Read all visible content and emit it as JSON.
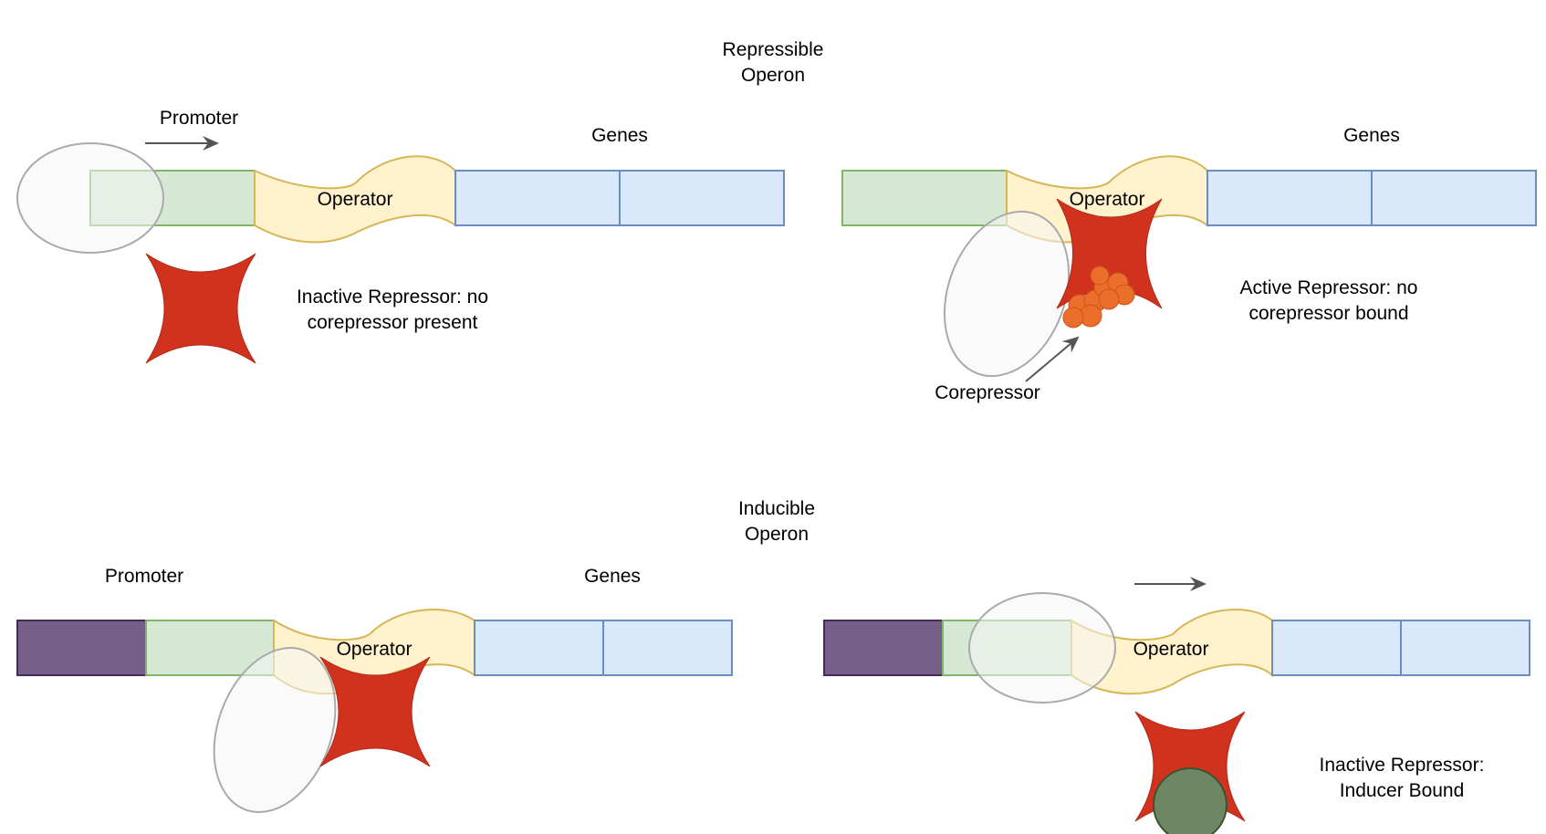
{
  "repressible": {
    "title_line1": "Repressible",
    "title_line2": "Operon",
    "left": {
      "promoter_label": "Promoter",
      "genes_label": "Genes",
      "operator_label": "Operator",
      "repressor_label_line1": "Inactive Repressor: no",
      "repressor_label_line2": "corepressor present"
    },
    "right": {
      "genes_label": "Genes",
      "operator_label": "Operator",
      "repressor_label_line1": "Active Repressor: no",
      "repressor_label_line2": "corepressor bound",
      "corepressor_label": "Corepressor"
    }
  },
  "inducible": {
    "title_line1": "Inducible",
    "title_line2": "Operon",
    "left": {
      "promoter_label": "Promoter",
      "genes_label": "Genes",
      "operator_label": "Operator"
    },
    "right": {
      "operator_label": "Operator",
      "repressor_label_line1": "Inactive Repressor:",
      "repressor_label_line2": "Inducer Bound"
    }
  },
  "colors": {
    "promoter_fill": "#d5e8d4",
    "promoter_stroke": "#82b366",
    "operator_fill": "#fff2cc",
    "operator_stroke": "#d6b656",
    "gene_fill": "#dae8fc",
    "gene_stroke": "#6c8ebf",
    "regulator_fill": "#76608a",
    "regulator_stroke": "#432d57",
    "repressor_fill": "#d0321d",
    "corepressor_fill": "#eb6e2a",
    "inducer_fill": "#6d8764",
    "polymerase_fill": "#f5f5f5",
    "polymerase_stroke": "#999999"
  }
}
